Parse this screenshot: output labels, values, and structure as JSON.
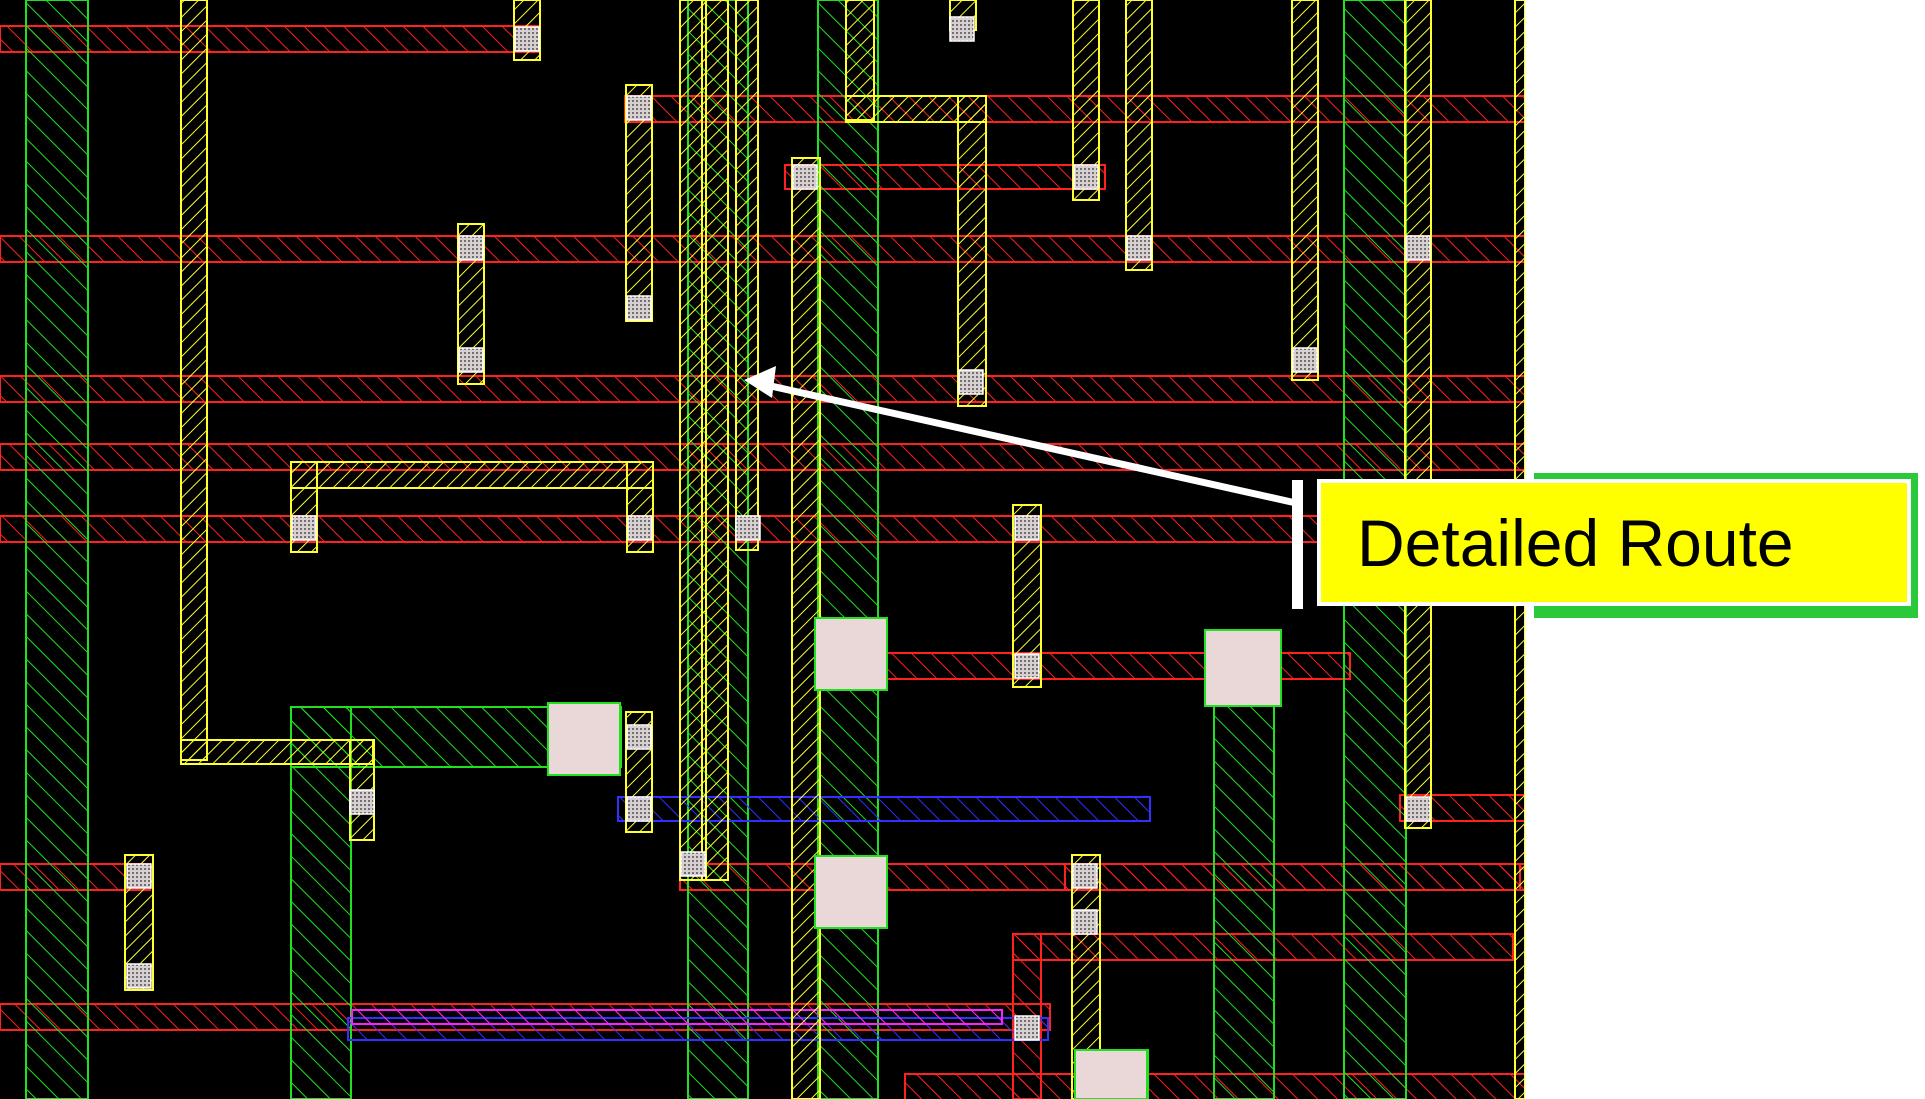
{
  "callout": {
    "label": "Detailed Route"
  },
  "colors": {
    "background": "#000000",
    "horizontal_metal": "#ff2020",
    "vertical_metal": "#ffff30",
    "power_metal": "#20e020",
    "alt_metal": "#3030ff",
    "highlight_metal": "#ff20ff",
    "via_cut": "#e8d8d8",
    "callout_fill": "#ffff00",
    "callout_frame": "#29c93a",
    "pointer": "#ffffff"
  },
  "layers": [
    {
      "name": "horizontal-route-layer",
      "color_key": "horizontal_metal"
    },
    {
      "name": "vertical-route-layer",
      "color_key": "vertical_metal"
    },
    {
      "name": "wide-wire-layer",
      "color_key": "power_metal"
    },
    {
      "name": "alternate-route-layer",
      "color_key": "alt_metal"
    },
    {
      "name": "highlight-route-layer",
      "color_key": "highlight_metal"
    }
  ]
}
